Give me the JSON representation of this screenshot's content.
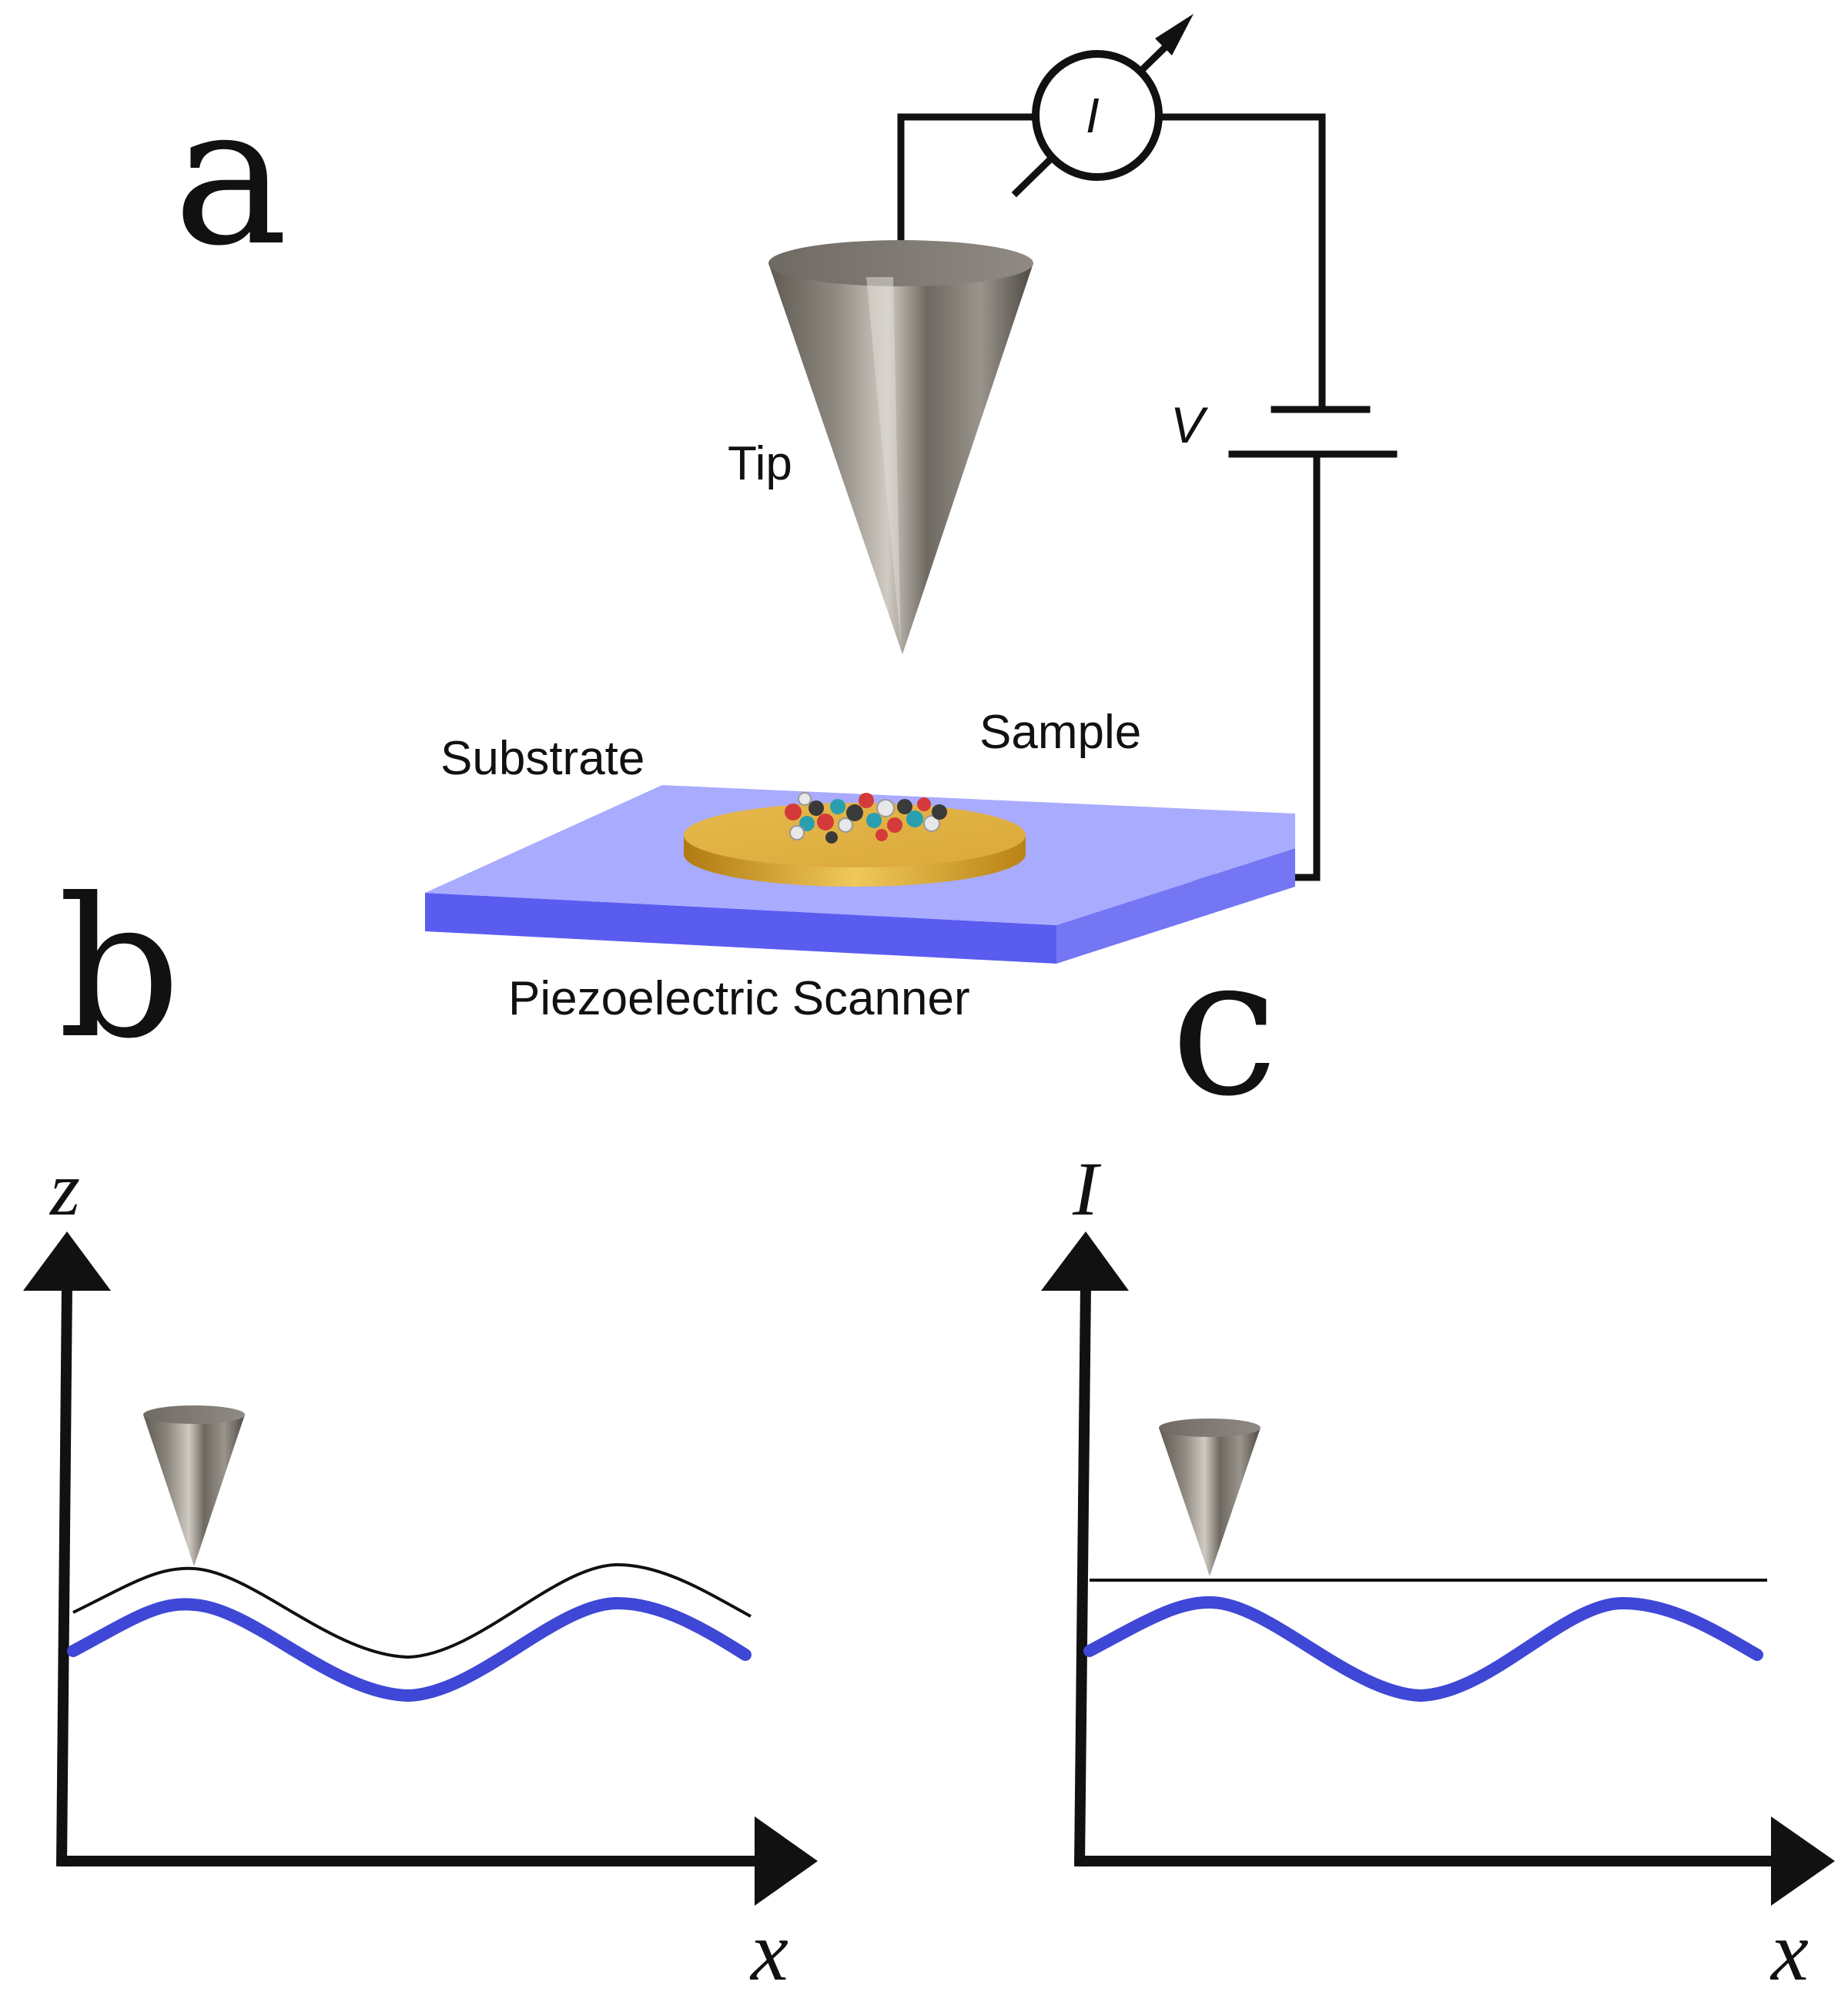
{
  "panel_labels": {
    "a": "a",
    "b": "b",
    "c": "c"
  },
  "diagram": {
    "circuit": {
      "meter_symbol": "I",
      "voltage_symbol": "V"
    },
    "labels": {
      "tip": "Tip",
      "sample": "Sample",
      "substrate": "Substrate",
      "scanner": "Piezoelectric Scanner"
    }
  },
  "plot_b": {
    "y_label": "z",
    "x_label": "x"
  },
  "plot_c": {
    "y_label": "I",
    "x_label": "x"
  },
  "colors": {
    "surface": "#3f47d6",
    "scanner_top": "#a9abff",
    "scanner_front": "#5a5cf0",
    "gold": "#e0b13a",
    "tip_metal": "#8d8880",
    "wire": "#111111"
  }
}
